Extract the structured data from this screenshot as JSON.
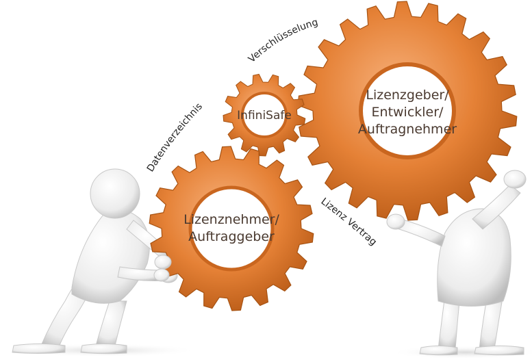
{
  "colors": {
    "gear_light": "#f29a55",
    "gear_mid": "#e07b2c",
    "gear_dark": "#b85a16",
    "figure_light": "#ffffff",
    "figure_shade": "#cfcfcf",
    "label_text": "#222222",
    "hub_text": "#4a3a30"
  },
  "gears": {
    "small": {
      "label": "InfiniSafe"
    },
    "left": {
      "label_line1": "Lizenznehmer/",
      "label_line2": "Auftraggeber"
    },
    "big": {
      "label_line1": "Lizenzgeber/",
      "label_line2": "Entwickler/",
      "label_line3": "Auftragnehmer"
    }
  },
  "connectors": {
    "datenverzeichnis": "Datenverzeichnis",
    "verschluesselung": "Verschlüsselung",
    "lizenz_vertrag": "Lizenz Vertrag"
  }
}
